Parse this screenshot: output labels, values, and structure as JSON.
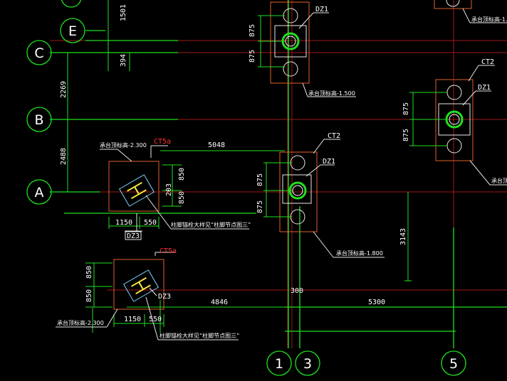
{
  "axes": {
    "rows": [
      "E",
      "C",
      "B",
      "A"
    ],
    "cols": [
      "1",
      "3",
      "5"
    ]
  },
  "dimensions": {
    "d1501": "1501",
    "d394": "394",
    "d2269": "2269",
    "d2488": "2488",
    "d5048": "5048",
    "d4846": "4846",
    "d5300": "5300",
    "d300": "300",
    "d3143": "3143",
    "d875": "875",
    "d850": "850",
    "d203": "203",
    "d1150": "1150",
    "d550": "550"
  },
  "labels": {
    "dz1": "DZ1",
    "dz3": "DZ3",
    "ct2": "CT2",
    "ct5a": "CT5a",
    "cap_1500": "承台顶标高-1.500",
    "cap_1800": "承台顶标高-1.800",
    "cap_2300": "承台顶标高-2.300",
    "anchor_note": "柱脚锚栓大样见“柱脚节点图三”"
  },
  "colors": {
    "background": "#000000",
    "grid_green": "#1fe01f",
    "grid_red": "#a01818",
    "cap_orange": "#e0602a",
    "pier_blue": "#7fd6ff",
    "text_white": "#ffffff",
    "text_red": "#ff3030"
  }
}
